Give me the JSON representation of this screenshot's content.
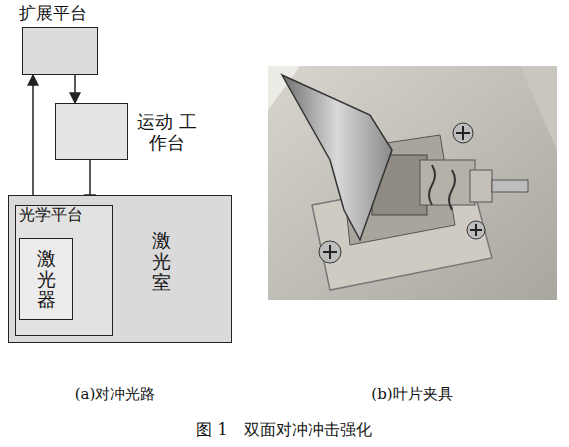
{
  "diagram": {
    "caption": "图 1　双面对冲冲击强化",
    "nodes": [
      {
        "text": [
          "扩展平台"
        ]
      },
      {
        "text": [
          "运动 工作台"
        ]
      },
      {
        "text": [
          "激光室"
        ]
      },
      {
        "text": [
          "光学平台"
        ],
        "in": 2
      },
      {
        "text": [
          "激光器"
        ],
        "in": 3
      }
    ],
    "edges": [
      {
        "from": 3,
        "to": 0,
        "arrow": "to"
      },
      {
        "from": 0,
        "to": 1,
        "arrow": "to"
      },
      {
        "from": 1,
        "to": 3,
        "arrow": "to"
      }
    ],
    "labels": [
      "(a)对冲光路",
      "(b)叶片夹具"
    ]
  }
}
